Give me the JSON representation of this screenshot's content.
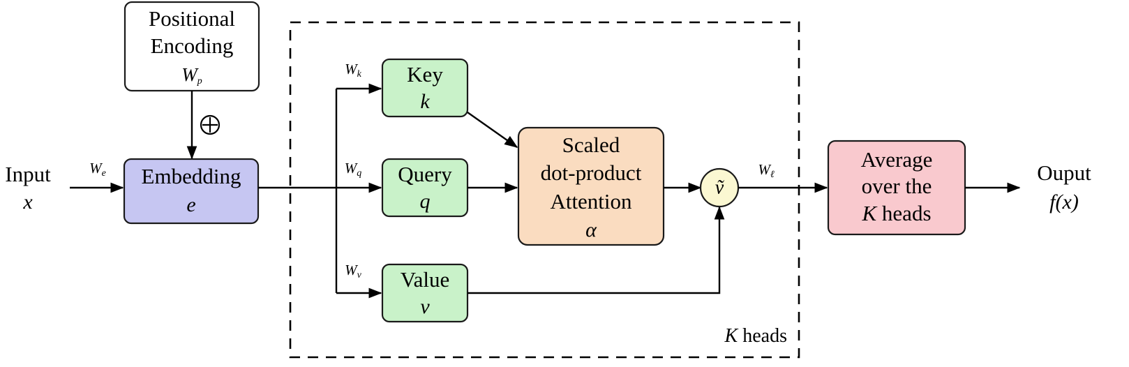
{
  "figure": {
    "title": "Transformer self-attention head block diagram",
    "background": "#ffffff"
  },
  "colors": {
    "embedding_fill": "#c6c6f2",
    "kqv_fill": "#c9f2c9",
    "attention_fill": "#fadcc0",
    "average_fill": "#f9c9ce",
    "vtilde_fill": "#fbf8d2",
    "plain_fill": "#ffffff",
    "stroke": "#1a1a1a",
    "line": "#000000"
  },
  "io": {
    "input_word": "Input",
    "input_symbol": "x",
    "output_word": "Ouput",
    "output_symbol": "f(x)"
  },
  "nodes": {
    "positional_encoding": {
      "label_line1": "Positional",
      "label_line2": "Encoding",
      "symbol_base": "W",
      "symbol_sub": "p",
      "fill": "#ffffff"
    },
    "embedding": {
      "label": "Embedding",
      "symbol": "e",
      "fill": "#c6c6f2"
    },
    "key": {
      "label": "Key",
      "symbol": "k",
      "fill": "#c9f2c9"
    },
    "query": {
      "label": "Query",
      "symbol": "q",
      "fill": "#c9f2c9"
    },
    "value": {
      "label": "Value",
      "symbol": "v",
      "fill": "#c9f2c9"
    },
    "attention": {
      "label_line1": "Scaled",
      "label_line2": "dot-product",
      "label_line3": "Attention",
      "symbol": "α",
      "fill": "#fadcc0"
    },
    "vtilde": {
      "symbol": "ṽ",
      "fill": "#fbf8d2"
    },
    "average": {
      "label_line1": "Average",
      "label_line2": "over the",
      "label_line3_italic": "K",
      "label_line3_rest": " heads",
      "fill": "#f9c9ce"
    }
  },
  "edges": {
    "input_to_embedding": {
      "base": "W",
      "sub": "e"
    },
    "embedding_to_key": {
      "base": "W",
      "sub": "k"
    },
    "embedding_to_query": {
      "base": "W",
      "sub": "q"
    },
    "embedding_to_value": {
      "base": "W",
      "sub": "v"
    },
    "vtilde_to_average": {
      "base": "W",
      "sub": "ℓ"
    },
    "add_operator": "⊕"
  },
  "frame": {
    "caption_italic": "K",
    "caption_rest": " heads",
    "style": "dashed"
  }
}
